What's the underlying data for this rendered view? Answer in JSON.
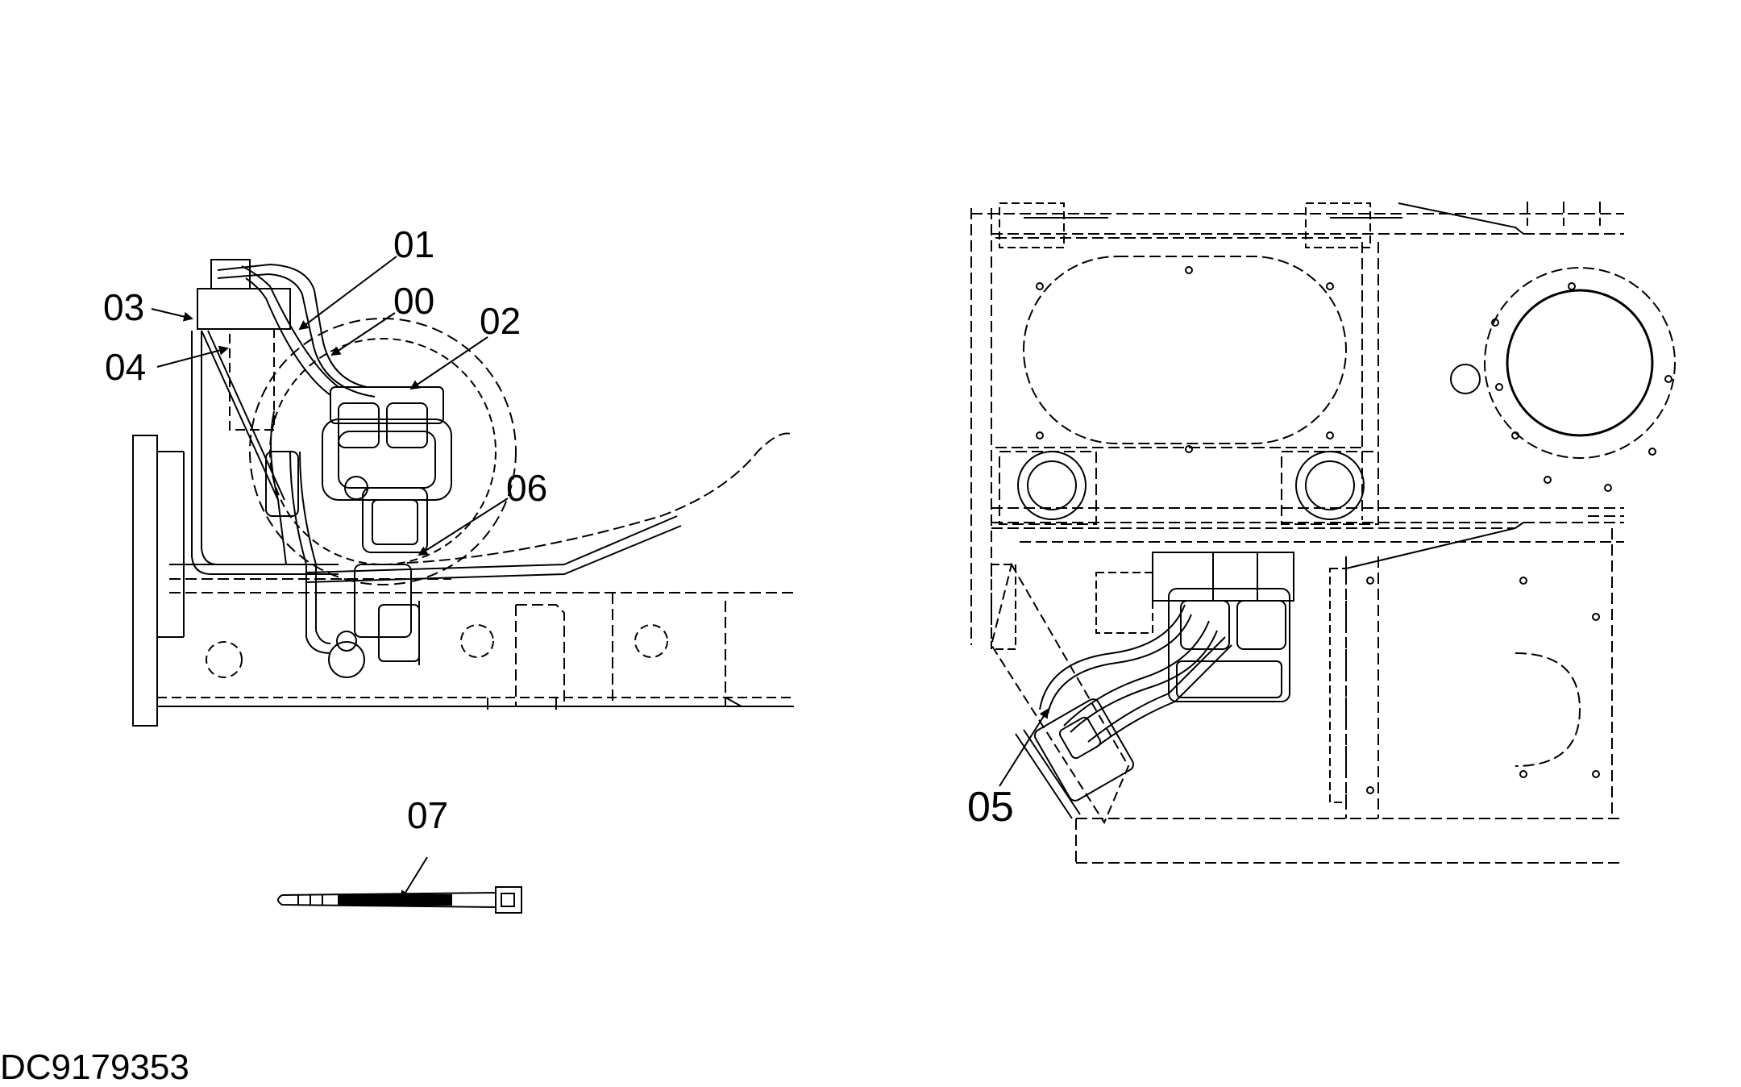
{
  "callouts": {
    "c00": "00",
    "c01": "01",
    "c02": "02",
    "c03": "03",
    "c04": "04",
    "c05": "05",
    "c06": "06",
    "c07": "07"
  },
  "drawing_code": "DC9179353"
}
